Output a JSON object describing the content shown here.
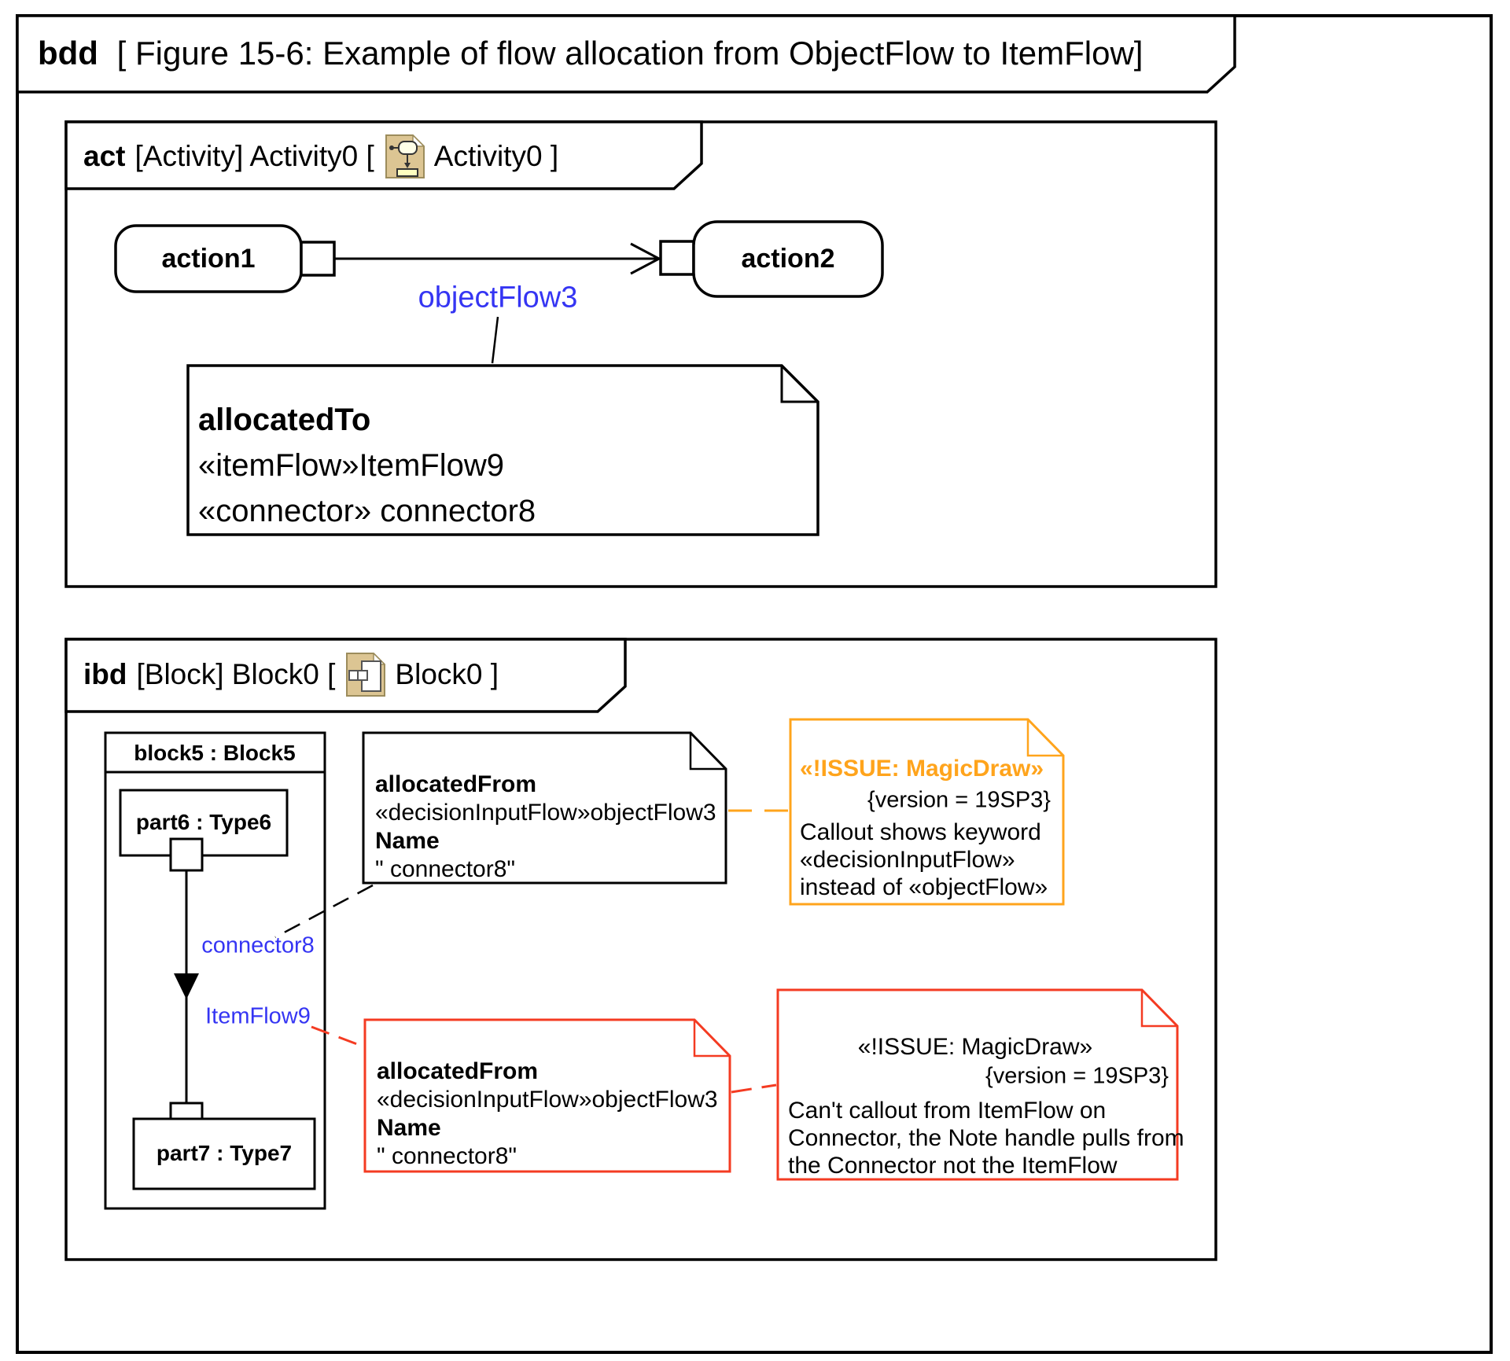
{
  "diagram": {
    "frame_keyword": "bdd",
    "frame_title": "[ Figure 15-6: Example of flow allocation from ObjectFlow to ItemFlow]"
  },
  "activity_frame": {
    "keyword": "act",
    "title_prefix": "[Activity] Activity0 [",
    "title_suffix": "Activity0 ]",
    "icon": "activity-diagram-icon",
    "action1_label": "action1",
    "action2_label": "action2",
    "object_flow_label": "objectFlow3",
    "allocated_note": {
      "heading": "allocatedTo",
      "line1": "«itemFlow»ItemFlow9",
      "line2": "«connector» connector8"
    }
  },
  "ibd_frame": {
    "keyword": "ibd",
    "title_prefix": "[Block] Block0 [",
    "title_suffix": "Block0 ]",
    "icon": "block-diagram-icon",
    "block5_label": "block5 : Block5",
    "part6_label": "part6 : Type6",
    "part7_label": "part7 : Type7",
    "connector_label": "connector8",
    "itemflow_label": "ItemFlow9",
    "allocated_note_top": {
      "heading": "allocatedFrom",
      "line1": "«decisionInputFlow»objectFlow3",
      "name_heading": "Name",
      "name_value": "\" connector8\""
    },
    "allocated_note_bottom": {
      "heading": "allocatedFrom",
      "line1": "«decisionInputFlow»objectFlow3",
      "name_heading": "Name",
      "name_value": "\" connector8\""
    },
    "issue_note_orange": {
      "title": "«!ISSUE: MagicDraw»",
      "version": "{version = 19SP3}",
      "body1": "Callout shows keyword",
      "body2": "«decisionInputFlow»",
      "body3": "instead of «objectFlow»"
    },
    "issue_note_red": {
      "title": "«!ISSUE: MagicDraw»",
      "version": "{version = 19SP3}",
      "body1": "Can't callout from ItemFlow on",
      "body2": "Connector, the Note handle pulls from",
      "body3": "the Connector not the ItemFlow"
    }
  },
  "colors": {
    "flow_label_blue": "#3535F3",
    "issue_orange": "#FFA41C",
    "issue_red": "#F43B22",
    "icon_paper_tan": "#DCC593"
  }
}
